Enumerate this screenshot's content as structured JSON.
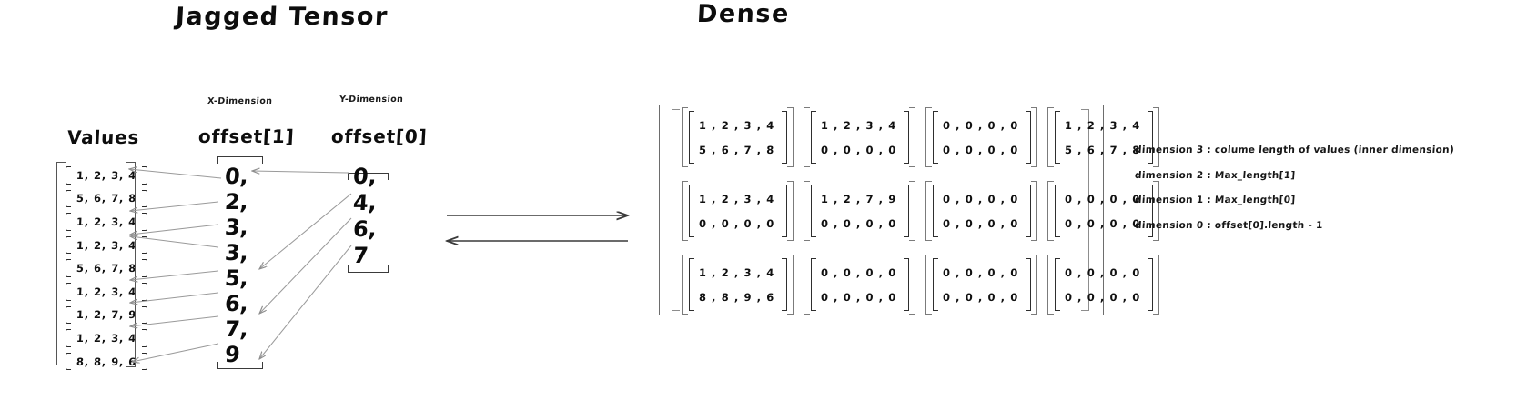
{
  "titles": {
    "left": "Jagged Tensor",
    "right": "Dense"
  },
  "jagged": {
    "values": {
      "heading": "Values",
      "rows": [
        "1, 2, 3, 4",
        "5, 6, 7, 8",
        "1, 2, 3, 4",
        "1, 2, 3, 4",
        "5, 6, 7, 8",
        "1, 2, 3, 4",
        "1, 2, 7, 9",
        "1, 2, 3, 4",
        "8, 8, 9, 6"
      ]
    },
    "offset1": {
      "dimension_label": "X-Dimension",
      "heading": "offset[1]",
      "values": [
        "0,",
        "2,",
        "3,",
        "3,",
        "5,",
        "6,",
        "7,",
        "9"
      ]
    },
    "offset0": {
      "dimension_label": "Y-Dimension",
      "heading": "offset[0]",
      "values": [
        "0,",
        "4,",
        "6,",
        "7"
      ]
    }
  },
  "arrows": {
    "forward": "right-arrow",
    "backward": "left-arrow"
  },
  "dense": {
    "grid": [
      [
        [
          "1 , 2 , 3 , 4",
          "5 , 6 , 7 , 8"
        ],
        [
          "1 , 2 , 3 , 4",
          "0 , 0 , 0 , 0"
        ],
        [
          "0 , 0 , 0 , 0",
          "0 , 0 , 0 , 0"
        ],
        [
          "1 , 2 , 3 , 4",
          "5 , 6 , 7 , 8"
        ]
      ],
      [
        [
          "1 , 2 , 3 , 4",
          "0 , 0 , 0 , 0"
        ],
        [
          "1 , 2 , 7 , 9",
          "0 , 0 , 0 , 0"
        ],
        [
          "0 , 0 , 0 , 0",
          "0 , 0 , 0 , 0"
        ],
        [
          "0 , 0 , 0 , 0",
          "0 , 0 , 0 , 0"
        ]
      ],
      [
        [
          "1 , 2 , 3 , 4",
          "8 , 8 , 9 , 6"
        ],
        [
          "0 , 0 , 0 , 0",
          "0 , 0 , 0 , 0"
        ],
        [
          "0 , 0 , 0 , 0",
          "0 , 0 , 0 , 0"
        ],
        [
          "0 , 0 , 0 , 0",
          "0 , 0 , 0 , 0"
        ]
      ]
    ]
  },
  "notes": [
    "dimension 3 : colume length of values (inner dimension)",
    "dimension 2 : Max_length[1]",
    "dimension 1  : Max_length[0]",
    "dimension 0 : offset[0].length - 1"
  ],
  "colors": {
    "ink": "#0d0d0d",
    "bracket": "#2a2a2a",
    "arrow": "#8a8a8a",
    "background": "#ffffff"
  }
}
